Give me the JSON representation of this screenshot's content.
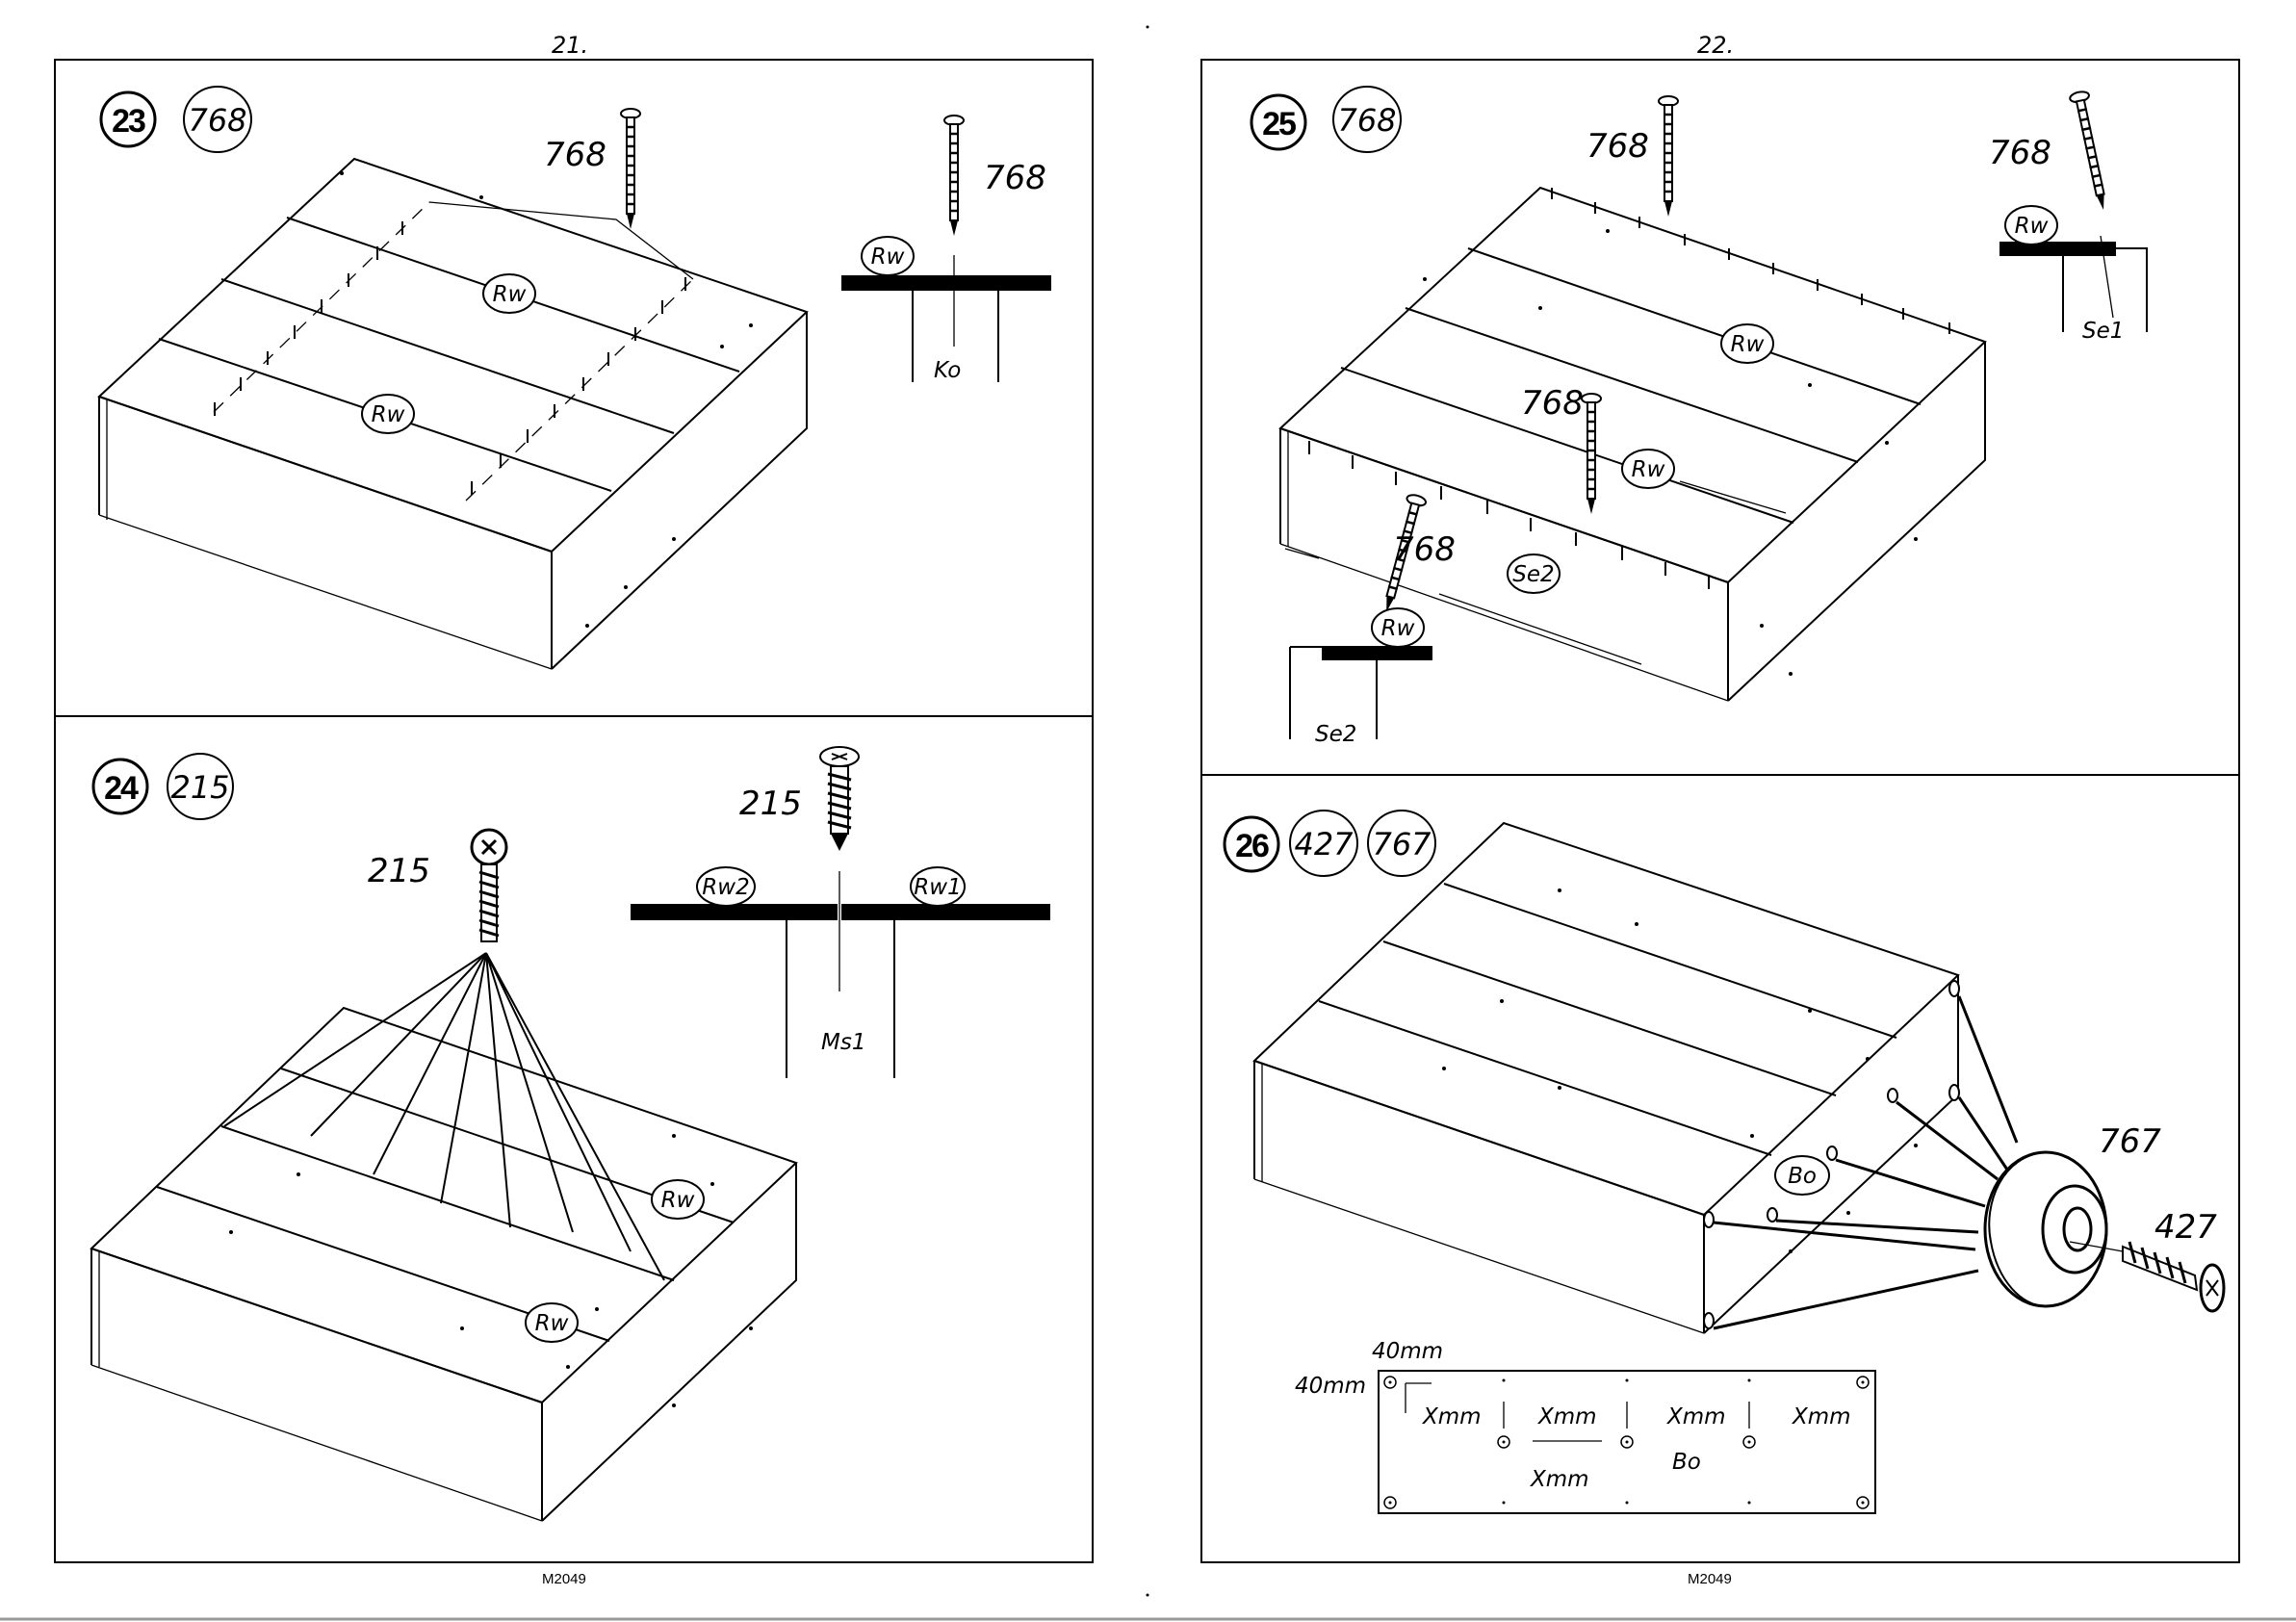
{
  "pages": [
    {
      "page_number": "21.",
      "code": "M2049"
    },
    {
      "page_number": "22.",
      "code": "M2049"
    }
  ],
  "steps": [
    {
      "number": "23",
      "parts": [
        "768"
      ],
      "callouts": {
        "nail_main": "768",
        "nail_detail": "768",
        "rw_a": "Rw",
        "rw_b": "Rw",
        "detail_rw": "Rw",
        "detail_ko": "Ko"
      }
    },
    {
      "number": "24",
      "parts": [
        "215"
      ],
      "callouts": {
        "screw_main": "215",
        "screw_detail": "215",
        "rw_a": "Rw",
        "rw_b": "Rw",
        "detail_rw2": "Rw2",
        "detail_rw1": "Rw1",
        "detail_ms1": "Ms1"
      }
    },
    {
      "number": "25",
      "parts": [
        "768"
      ],
      "callouts": {
        "nail_top": "768",
        "nail_mid": "768",
        "nail_left": "768",
        "nail_detail": "768",
        "rw_a": "Rw",
        "rw_b": "Rw",
        "se2": "Se2",
        "detail_rw": "Rw",
        "detail_se1": "Se1",
        "detail2_rw": "Rw",
        "detail2_se2": "Se2"
      }
    },
    {
      "number": "26",
      "parts": [
        "427",
        "767"
      ],
      "callouts": {
        "foot": "767",
        "screw": "427",
        "bo": "Bo",
        "dim_top": "40mm",
        "dim_left": "40mm",
        "x1": "Xmm",
        "x2": "Xmm",
        "x3": "Xmm",
        "x4": "Xmm",
        "x5": "Xmm",
        "plate_bo": "Bo"
      }
    }
  ]
}
